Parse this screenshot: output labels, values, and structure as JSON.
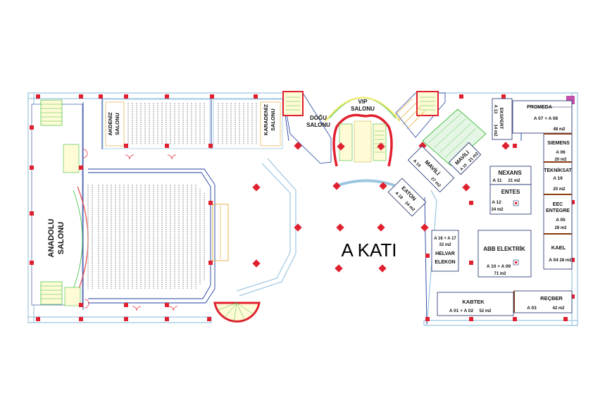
{
  "plan_title": "A KATI",
  "halls": {
    "anadolu": [
      "ANADOLU",
      "SALONU"
    ],
    "akdeniz": [
      "AKDENİZ",
      "SALONU"
    ],
    "karadeniz": [
      "KARADENİZ",
      "SALONU"
    ],
    "dogu": [
      "DOĞU",
      "SALONU"
    ],
    "vip": [
      "VIP",
      "SALONU"
    ]
  },
  "booths": {
    "promeda": {
      "name": "PROMEDA",
      "code": "A 07 + A 08",
      "area": "48 m2"
    },
    "siemens": {
      "name": "SIEMENS",
      "code": "A 06",
      "area": "20 m2"
    },
    "teknisat": {
      "name": "TEKNİKSAT",
      "code": "A 19",
      "area": "20 m2"
    },
    "eec": {
      "name1": "EEC",
      "name2": "ENTEGRE",
      "code": "A 05",
      "area": "28 m2"
    },
    "kael": {
      "name": "KAEL",
      "code": "A 04",
      "area": "28 m2"
    },
    "recber": {
      "name": "REÇBER",
      "code": "A 03",
      "area": "42 m2"
    },
    "kabtek": {
      "name": "KABTEK",
      "code": "A 01 + A 02",
      "area": "52 m2"
    },
    "abb": {
      "name": "ABB ELEKTRİK",
      "code": "A 10 + A 09",
      "area": "71 m2"
    },
    "nexans": {
      "name": "NEXANS",
      "code": "A 11",
      "area": "21 m2"
    },
    "entes": {
      "name": "ENTES",
      "code": "A 12",
      "area": "34 m2"
    },
    "helvar": {
      "code": "A 16 + A 17",
      "area": "32 m2",
      "name1": "HELVAR",
      "name2": "ELEKON"
    },
    "eaton": {
      "name": "EATON",
      "code": "A 18",
      "area": "24 m2"
    },
    "mavili1": {
      "name": "MAVİLİ",
      "code": "A 14",
      "area": "27 m2"
    },
    "mavili2": {
      "name": "MAVİLİ",
      "code": "A 15",
      "area": "21 m2"
    },
    "ekspert": {
      "name": "EKSPERT",
      "code": "A 13",
      "area": "14 m2"
    }
  },
  "colors": {
    "wall": "#1f3fa0",
    "column": "#e0202e",
    "outer_wall": "#9cc6e0",
    "seat": "#bcbcbc",
    "stage": "#e85050",
    "green": "#3bbf3b",
    "stair_yellow": "#f2ea68",
    "booth_border": "#8a3a10"
  }
}
